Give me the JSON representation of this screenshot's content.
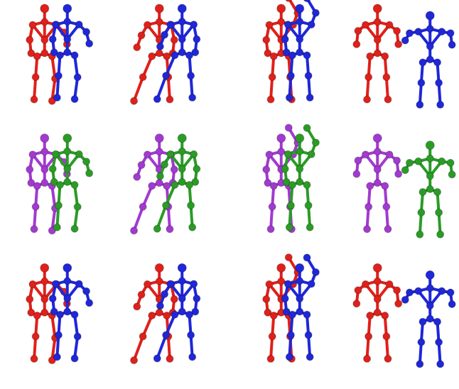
{
  "figure": {
    "grid": {
      "rows": 3,
      "cols": 4
    },
    "background": "#ffffff",
    "rows": [
      {
        "label": "",
        "colors": [
          "#e0201a",
          "#1f27d8"
        ]
      },
      {
        "label": "",
        "colors": [
          "#a23ad0",
          "#2a9c26"
        ]
      },
      {
        "label": "",
        "colors": [
          "#e0201a",
          "#1f27d8"
        ]
      }
    ],
    "panel_poses": [
      [
        "side_by_side_interacting",
        "side_by_side_interacting"
      ],
      [
        "facing_overlap",
        "facing_overlap"
      ],
      [
        "arm_raised",
        "arm_raised"
      ],
      [
        "separate_tpose_left",
        "separate_tpose_right"
      ]
    ],
    "icons": [
      "skeleton-figure-icon"
    ]
  }
}
